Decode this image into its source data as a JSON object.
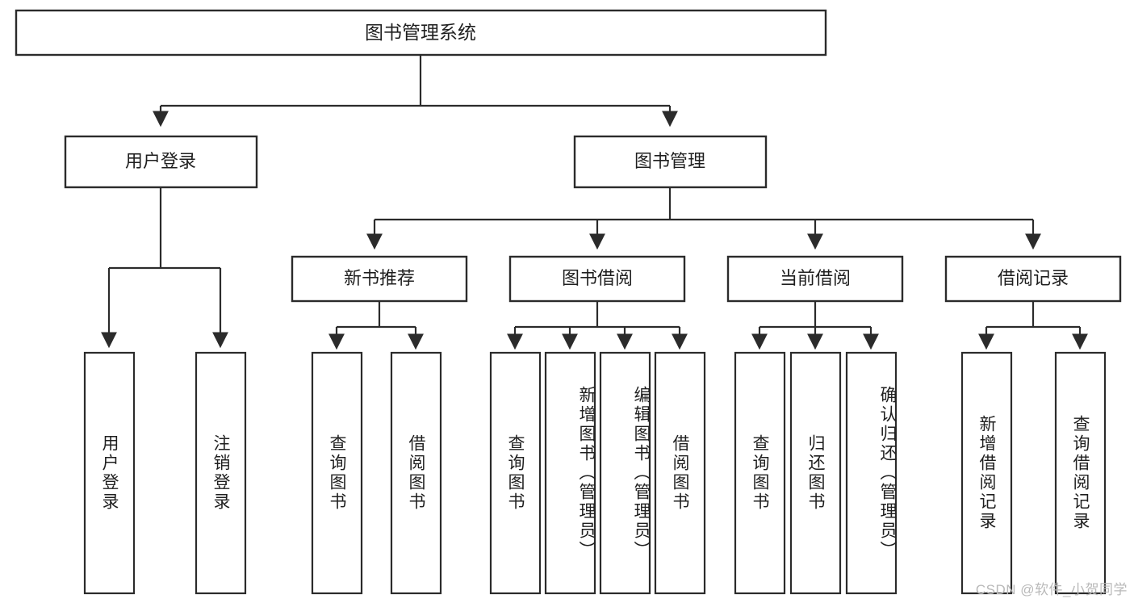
{
  "diagram": {
    "type": "tree-hierarchy",
    "title": "图书管理系统",
    "watermark": "CSDN @软件_小贺同学",
    "colors": {
      "stroke": "#2b2b2b",
      "fill": "#ffffff",
      "text": "#1f1f1f",
      "watermark": "#b9b9b9"
    },
    "root": {
      "label": "图书管理系统"
    },
    "level2": [
      {
        "label": "用户登录"
      },
      {
        "label": "图书管理"
      }
    ],
    "level3": [
      {
        "label": "新书推荐"
      },
      {
        "label": "图书借阅"
      },
      {
        "label": "当前借阅"
      },
      {
        "label": "借阅记录"
      }
    ],
    "leaves": {
      "user_login": [
        {
          "label": "用户登录"
        },
        {
          "label": "注销登录"
        }
      ],
      "new_book_recommend": [
        {
          "label": "查询图书"
        },
        {
          "label": "借阅图书"
        }
      ],
      "book_borrow": [
        {
          "label": "查询图书"
        },
        {
          "label": "新增图书（管理员）"
        },
        {
          "label": "编辑图书（管理员）"
        },
        {
          "label": "借阅图书"
        }
      ],
      "current_borrow": [
        {
          "label": "查询图书"
        },
        {
          "label": "归还图书"
        },
        {
          "label": "确认归还（管理员）"
        }
      ],
      "borrow_record": [
        {
          "label": "新增借阅记录"
        },
        {
          "label": "查询借阅记录"
        }
      ]
    }
  }
}
